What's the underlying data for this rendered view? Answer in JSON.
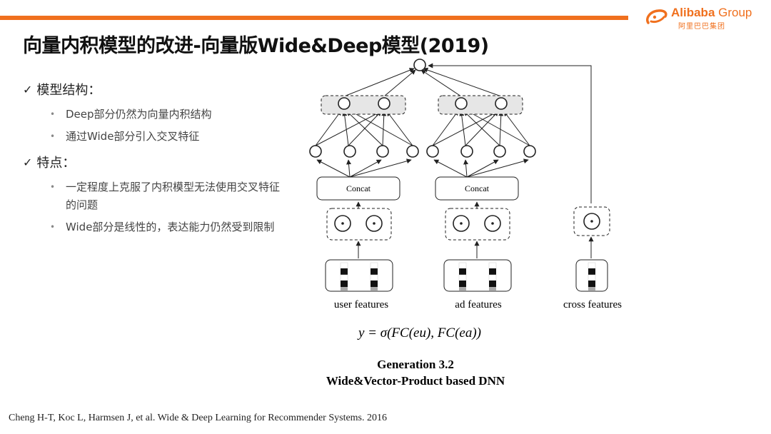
{
  "header": {
    "title": "向量内积模型的改进-向量版Wide&Deep模型(2019)",
    "logo_word": "Alibaba",
    "logo_group": " Group",
    "logo_cn": "阿里巴巴集团"
  },
  "bullets": {
    "section1": {
      "check": "✓",
      "heading": "模型结构：",
      "items": [
        "Deep部分仍然为向量内积结构",
        "通过Wide部分引入交叉特征"
      ]
    },
    "section2": {
      "check": "✓",
      "heading": "特点：",
      "items": [
        "一定程度上克服了内积模型无法使用交叉特征的问题",
        "Wide部分是线性的，表达能力仍然受到限制"
      ]
    },
    "bullet_dot": "•"
  },
  "diagram": {
    "concat_label": "Concat",
    "dot_symbol": "⊙",
    "user_label": "user features",
    "ad_label": "ad features",
    "cross_label": "cross features",
    "formula": "y = σ(FC(eu), FC(ea))",
    "caption_line1": "Generation 3.2",
    "caption_line2": "Wide&Vector-Product based DNN"
  },
  "citation": "Cheng H-T, Koc L, Harmsen J, et al. Wide & Deep Learning for Recommender Systems. 2016",
  "colors": {
    "accent": "#f0701e",
    "shaded_box": "#e6e6e6"
  }
}
